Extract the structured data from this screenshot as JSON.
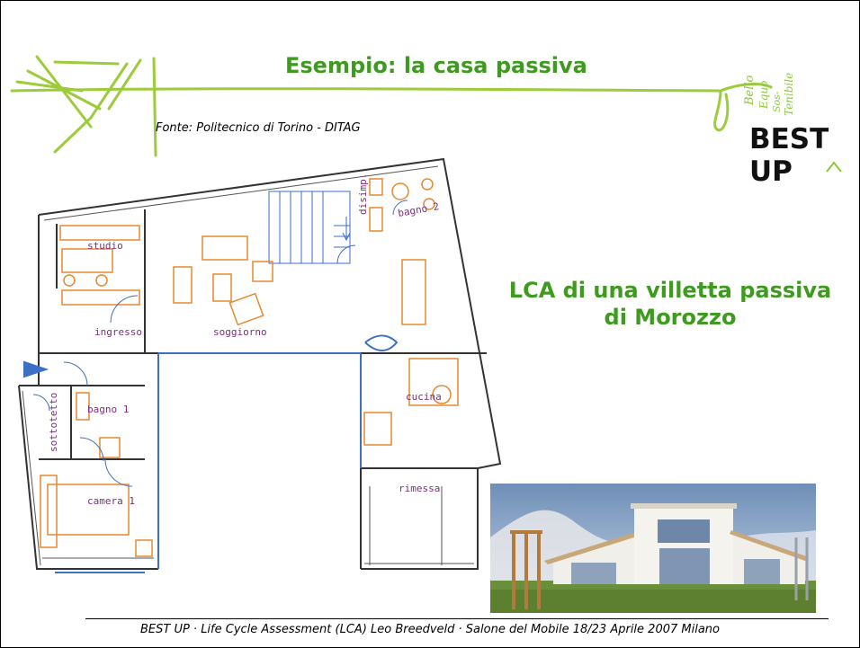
{
  "slide": {
    "title": "Esempio: la casa passiva",
    "source": "Fonte: Politecnico di Torino - DITAG",
    "headline": "LCA di una villetta passiva di Morozzo",
    "footer": "BEST UP · Life Cycle Assessment (LCA) Leo Breedveld · Salone del Mobile 18/23 Aprile 2007 Milano"
  },
  "logo": {
    "word_line1": "BEST",
    "word_line2": "UP",
    "script_words": [
      "Bello",
      "Equo",
      "Sos-",
      "Tenibile"
    ]
  },
  "floor_plan": {
    "rooms": [
      "studio",
      "ingresso",
      "soggiorno",
      "disimp.",
      "bagno 2",
      "bagno 1",
      "sottotetto",
      "cucina",
      "rimessa",
      "camera 1"
    ]
  },
  "colors": {
    "accent_green": "#3e9b1f",
    "wall_dark": "#333333",
    "furniture_orange": "#e7892f",
    "window_blue": "#3d6fc4"
  }
}
